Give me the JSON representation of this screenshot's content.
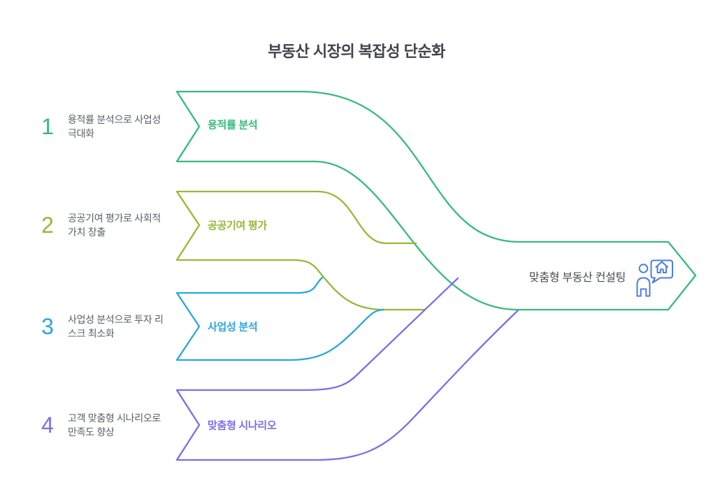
{
  "title": "부동산 시장의 복잡성 단순화",
  "steps": [
    {
      "number": "1",
      "description": "용적률 분석으로 사업성 극대화",
      "label": "용적률 분석",
      "color": "#35bb7d"
    },
    {
      "number": "2",
      "description": "공공기여 평가로 사회적 가치 창출",
      "label": "공공기여 평가",
      "color": "#96b935"
    },
    {
      "number": "3",
      "description": "사업성 분석으로 투자 리스크 최소화",
      "label": "사업성 분석",
      "color": "#29a7dc"
    },
    {
      "number": "4",
      "description": "고객 맞춤형 시나리오로 만족도 향상",
      "label": "맞춤형 시나리오",
      "color": "#7d6cee"
    }
  ],
  "result": {
    "label": "맞춤형 부동산 컨설팅",
    "icon": "person-house-consulting-icon"
  },
  "palette": {
    "green": "#35bb7d",
    "olive": "#96b935",
    "cyan": "#29a7dc",
    "purple": "#7d6cee",
    "icon_blue": "#4a7de8",
    "title_text": "#3f444b",
    "body_text": "#5a6066",
    "result_text": "#474c52"
  }
}
